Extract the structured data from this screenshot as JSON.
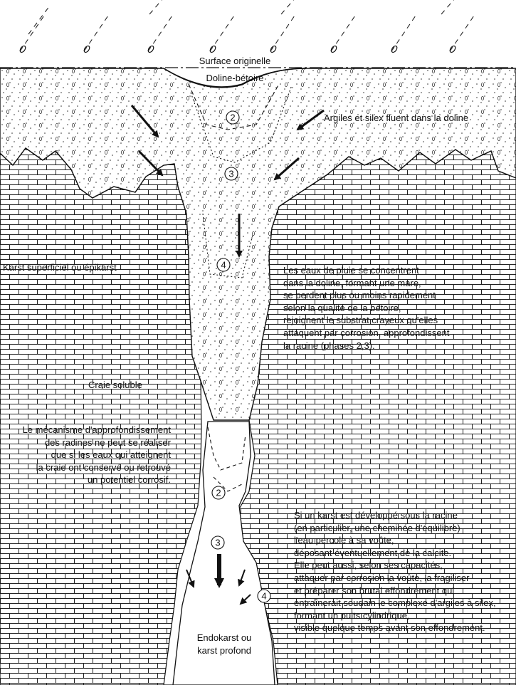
{
  "labels": {
    "surface": "Surface originelle",
    "doline": "Doline-bétoire",
    "argiles": "Argiles et silex fluent dans la doline",
    "epikarst": "Karst superficiel ou épikarst",
    "craie": "Craie soluble",
    "endokarst": [
      "Endokarst ou",
      "karst profond"
    ]
  },
  "paragraphs": {
    "eaux": [
      "Les eaux de pluie se concentrent",
      "dans la doline, formant une mare,",
      "se perdent plus ou moins rapidement",
      "selon la qualité de la bétoire,",
      "rejoignent le substrat crayeux qu'elles",
      "attaquent par corrosion, approfondissent",
      "la racine (phases 2,3)."
    ],
    "mecanisme": [
      "Le mécanisme d'approfondissement",
      "des racines ne peut se réaliser",
      "que si les eaux qui atteignent",
      "la craie ont conservé ou retrouvé",
      "un potentiel corrosif."
    ],
    "karst": [
      "Si un karst est développé sous la racine",
      "(en particulier, une cheminée d'équilibre)",
      "l'eau percole à sa voûte,",
      "déposant éventuellement de la calcite.",
      "Elle peut aussi, selon ses capacités,",
      "attaquer par corrosion la voûte, la fragiliser",
      "et préparer son brutal effondrement qui",
      "entraînerait soudain le complexe d'argiles à silex,",
      "formant un puits cylindrique,",
      "visible quelque temps avant son effondrement."
    ]
  },
  "phases": {
    "p2_upper": "2",
    "p3_upper": "3",
    "p4_upper": "4",
    "p2_lower": "2",
    "p3_lower": "3",
    "p4_lower": "4"
  }
}
